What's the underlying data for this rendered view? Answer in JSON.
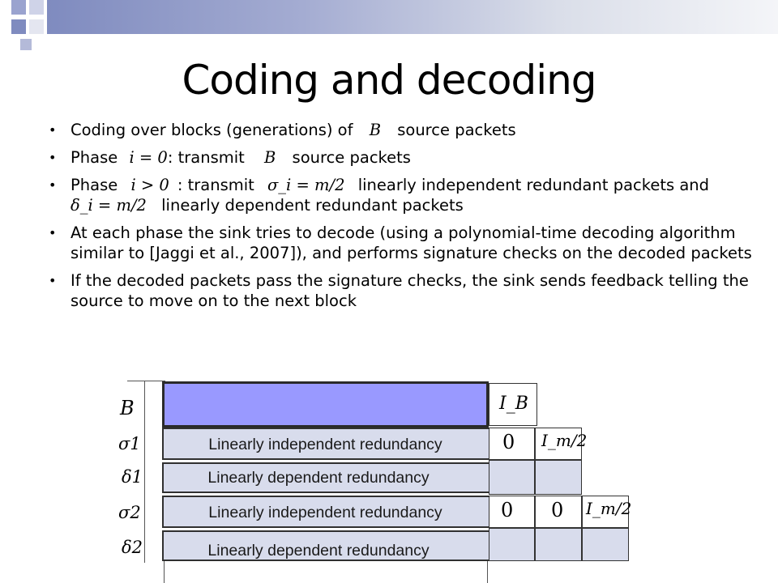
{
  "slide": {
    "title": "Coding and decoding",
    "bullets": {
      "b1": {
        "pre": "Coding over blocks (generations) of",
        "var": "B",
        "post": "source packets"
      },
      "b2": {
        "pre": "Phase",
        "math": "i = 0",
        "mid": ": transmit",
        "var": "B",
        "post": "source packets"
      },
      "b3": {
        "pre": "Phase",
        "math": "i > 0",
        "mid": ": transmit",
        "math2": "σ_i = m/2",
        "post": "linearly independent redundant packets and",
        "math3": "δ_i = m/2",
        "post2": "linearly dependent redundant packets"
      },
      "b4": "At each phase the sink tries to decode (using a polynomial-time decoding algorithm similar to [Jaggi et al., 2007]), and performs signature checks on the decoded packets",
      "b5": "If the decoded packets pass the signature checks, the sink sends feedback telling the source to move on to the next block"
    }
  },
  "diagram": {
    "row_labels": {
      "r0": "B",
      "r1": "σ1",
      "r2": "δ1",
      "r3": "σ2",
      "r4": "δ2"
    },
    "row_texts": {
      "r1": "Linearly independent redundancy",
      "r2": "Linearly dependent redundancy",
      "r3": "Linearly independent redundancy",
      "r4": "Linearly dependent redundancy"
    },
    "cells": {
      "ib": "I_B",
      "z1": "0",
      "im1": "I_m/2",
      "z2a": "0",
      "z2b": "0",
      "im2": "I_m/2"
    },
    "colors": {
      "block": "#9999ff",
      "light": "#d8dcec",
      "bar": "#7f8bbf"
    }
  }
}
